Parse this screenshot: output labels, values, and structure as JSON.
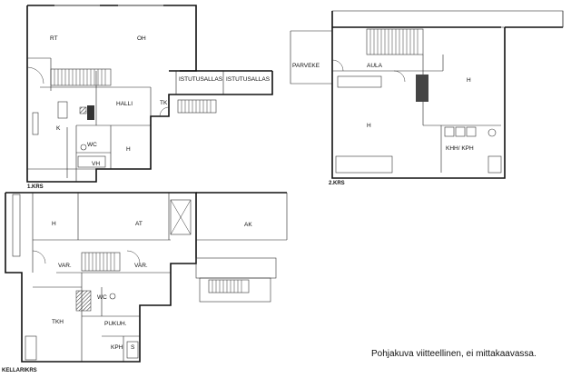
{
  "floors": {
    "first": {
      "label": "1.KRS",
      "rooms": {
        "rt": "RT",
        "oh": "OH",
        "k": "K",
        "halli": "HALLI",
        "tk": "TK",
        "wc": "WC",
        "h": "H",
        "vh": "VH",
        "istutusallas_1": "ISTUTUSALLAS",
        "istutusallas_2": "ISTUTUSALLAS"
      }
    },
    "second": {
      "label": "2.KRS",
      "rooms": {
        "parveke": "PARVEKE",
        "aula": "AULA",
        "h_left": "H",
        "h_right": "H",
        "khh_kph": "KHH/ KPH"
      }
    },
    "basement": {
      "label": "KELLARIKRS",
      "rooms": {
        "h": "H",
        "at": "AT",
        "ak": "AK",
        "var_left": "VAR.",
        "var_right": "VAR.",
        "wc": "WC",
        "tkh": "TKH",
        "pukuh": "PUKUH.",
        "kph": "KPH",
        "s": "S"
      }
    }
  },
  "caption": "Pohjakuva viitteellinen, ei mittakaavassa."
}
